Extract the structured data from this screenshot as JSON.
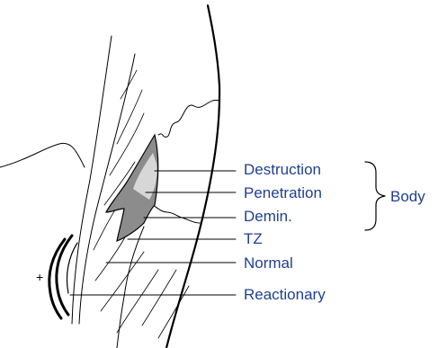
{
  "labels": {
    "destruction": "Destruction",
    "penetration": "Penetration",
    "demin": "Demin.",
    "tz": "TZ",
    "normal": "Normal",
    "reactionary": "Reactionary",
    "body": "Body",
    "plus": "+"
  },
  "colors": {
    "label_text": "#1f3f93",
    "lesion_dark": "#8c8c8c",
    "lesion_light": "#d7d7d7",
    "line": "#000000"
  }
}
